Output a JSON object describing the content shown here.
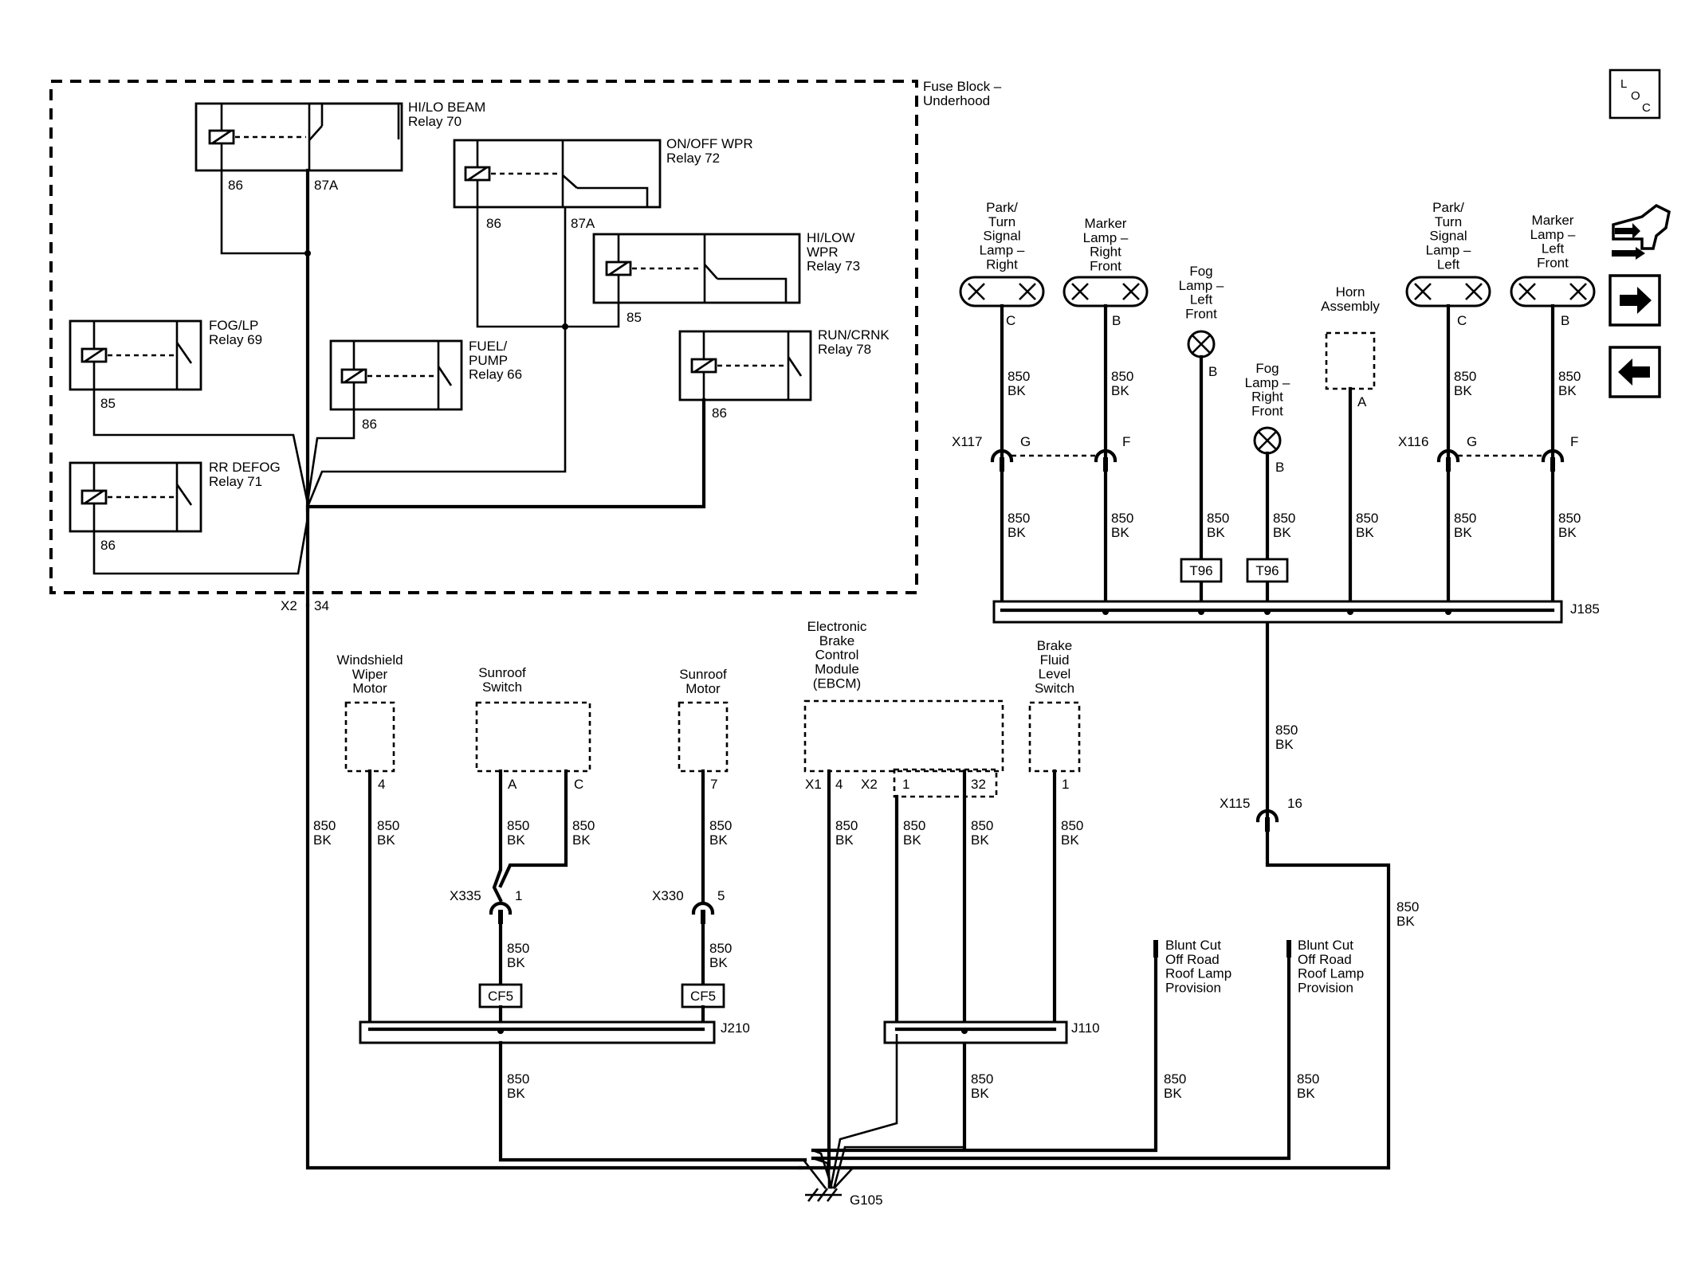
{
  "fuse_block": "Fuse Block –\nUnderhood",
  "loc_icon": {
    "l": "L",
    "o": "O",
    "c": "C"
  },
  "relays": {
    "r70": {
      "name": "HI/LO BEAM\nRelay 70",
      "p86": "86",
      "p87": "87A"
    },
    "r72": {
      "name": "ON/OFF WPR\nRelay 72",
      "p86": "86",
      "p87": "87A"
    },
    "r73": {
      "name": "HI/LOW\nWPR\nRelay 73",
      "p85": "85"
    },
    "r69": {
      "name": "FOG/LP\nRelay 69",
      "p85": "85"
    },
    "r66": {
      "name": "FUEL/\nPUMP\nRelay 66",
      "p86": "86"
    },
    "r78": {
      "name": "RUN/CRNK\nRelay 78",
      "p86": "86"
    },
    "r71": {
      "name": "RR DEFOG\nRelay 71",
      "p86": "86"
    }
  },
  "conn_x2": "X2",
  "pin_34": "34",
  "lamps": {
    "prr": {
      "name": "Park/\nTurn\nSignal\nLamp –\nRight",
      "pin": "C"
    },
    "mrf": {
      "name": "Marker\nLamp –\nRight\nFront",
      "pin": "B"
    },
    "flf": {
      "name": "Fog\nLamp –\nLeft\nFront",
      "pin": "B"
    },
    "frf": {
      "name": "Fog\nLamp –\nRight\nFront",
      "pin": "B"
    },
    "horn": {
      "name": "Horn\nAssembly",
      "pin": "A"
    },
    "ptl": {
      "name": "Park/\nTurn\nSignal\nLamp –\nLeft",
      "pin": "C"
    },
    "mlf": {
      "name": "Marker\nLamp –\nLeft\nFront",
      "pin": "B"
    }
  },
  "wire": "850\nBK",
  "x117": {
    "name": "X117",
    "g": "G",
    "f": "F"
  },
  "x116": {
    "name": "X116",
    "g": "G",
    "f": "F"
  },
  "t96": "T96",
  "j185": "J185",
  "x115": {
    "name": "X115",
    "pin": "16"
  },
  "components": {
    "wiper": {
      "name": "Windshield\nWiper\nMotor",
      "pin": "4"
    },
    "sunsw": {
      "name": "Sunroof\nSwitch",
      "pa": "A",
      "pc": "C"
    },
    "sunmot": {
      "name": "Sunroof\nMotor",
      "pin": "7"
    },
    "ebcm": {
      "name": "Electronic\nBrake\nControl\nModule\n(EBCM)",
      "x1": "X1",
      "p4": "4",
      "x2": "X2",
      "p1": "1",
      "p32": "32"
    },
    "bfl": {
      "name": "Brake\nFluid\nLevel\nSwitch",
      "pin": "1"
    }
  },
  "x335": {
    "name": "X335",
    "pin": "1"
  },
  "x330": {
    "name": "X330",
    "pin": "5"
  },
  "cf5": "CF5",
  "j210": "J210",
  "j110": "J110",
  "blunt": "Blunt Cut\nOff Road\nRoof Lamp\nProvision",
  "ground": "G105"
}
